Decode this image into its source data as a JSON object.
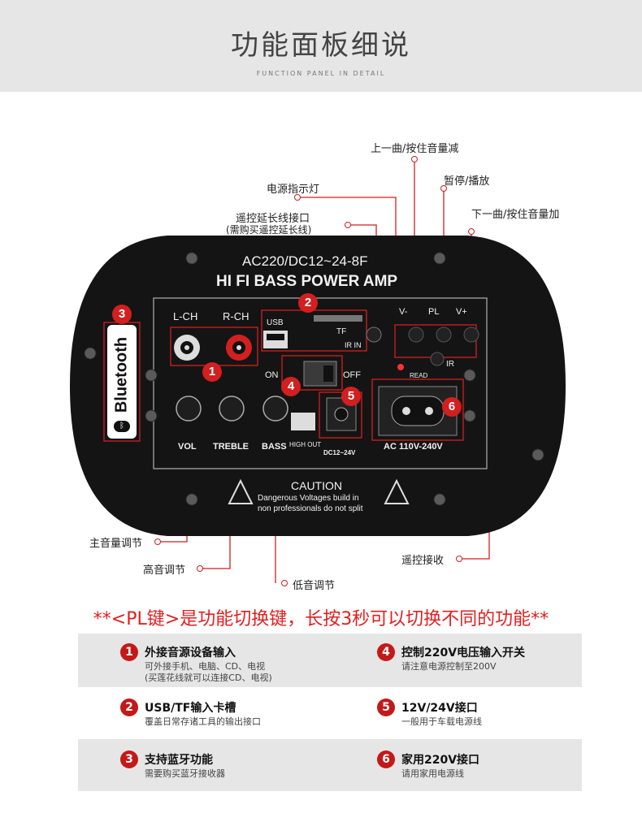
{
  "header": {
    "title": "功能面板细说",
    "subtitle": "FUNCTION PANEL IN DETAIL"
  },
  "callouts": {
    "prev_vol_down": "上一曲/按住音量减",
    "power_led": "电源指示灯",
    "pause_play": "暂停/播放",
    "remote_ext_line1": "遥控延长线接口",
    "remote_ext_line2": "(需购买遥控延长线)",
    "next_vol_up": "下一曲/按住音量加",
    "main_volume": "主音量调节",
    "treble": "高音调节",
    "bass": "低音调节",
    "ir_receiver": "遥控接收"
  },
  "panel": {
    "model": "AC220/DC12~24-8F",
    "name": "HI FI BASS POWER AMP",
    "lch": "L-CH",
    "rch": "R-CH",
    "usb": "USB",
    "tf": "TF",
    "ir_in": "IR IN",
    "v_minus": "V-",
    "pl": "PL",
    "v_plus": "V+",
    "ir": "IR",
    "read": "READ",
    "on": "ON",
    "off": "OFF",
    "vol": "VOL",
    "treble": "TREBLE",
    "bass": "BASS",
    "high_out": "HIGH OUT",
    "dc": "DC12~24V",
    "ac": "AC 110V-240V",
    "caution_title": "CAUTION",
    "caution_line1": "Dangerous Voltages build in",
    "caution_line2": "non professionals do not split",
    "bluetooth": "Bluetooth",
    "badges": [
      "1",
      "2",
      "3",
      "4",
      "5",
      "6"
    ]
  },
  "warning": "**<PL键>是功能切换键，长按3秒可以切换不同的功能**",
  "features": [
    {
      "num": "1",
      "title": "外接音源设备输入",
      "desc1": "可外接手机、电脑、CD、电视",
      "desc2": "(买莲花线就可以连接CD、电视)"
    },
    {
      "num": "4",
      "title": "控制220V电压输入开关",
      "desc1": "请注意电源控制至200V",
      "desc2": ""
    },
    {
      "num": "2",
      "title": "USB/TF输入卡槽",
      "desc1": "覆盖日常存诸工具的输出接口",
      "desc2": ""
    },
    {
      "num": "5",
      "title": "12V/24V接口",
      "desc1": "一般用于车载电源线",
      "desc2": ""
    },
    {
      "num": "3",
      "title": "支持蓝牙功能",
      "desc1": "需要购买蓝牙接收器",
      "desc2": ""
    },
    {
      "num": "6",
      "title": "家用220V接口",
      "desc1": "请用家用电源线",
      "desc2": ""
    }
  ],
  "colors": {
    "accent_red": "#d21f1f",
    "panel_black": "#141414",
    "header_gray": "#e6e6e6"
  }
}
